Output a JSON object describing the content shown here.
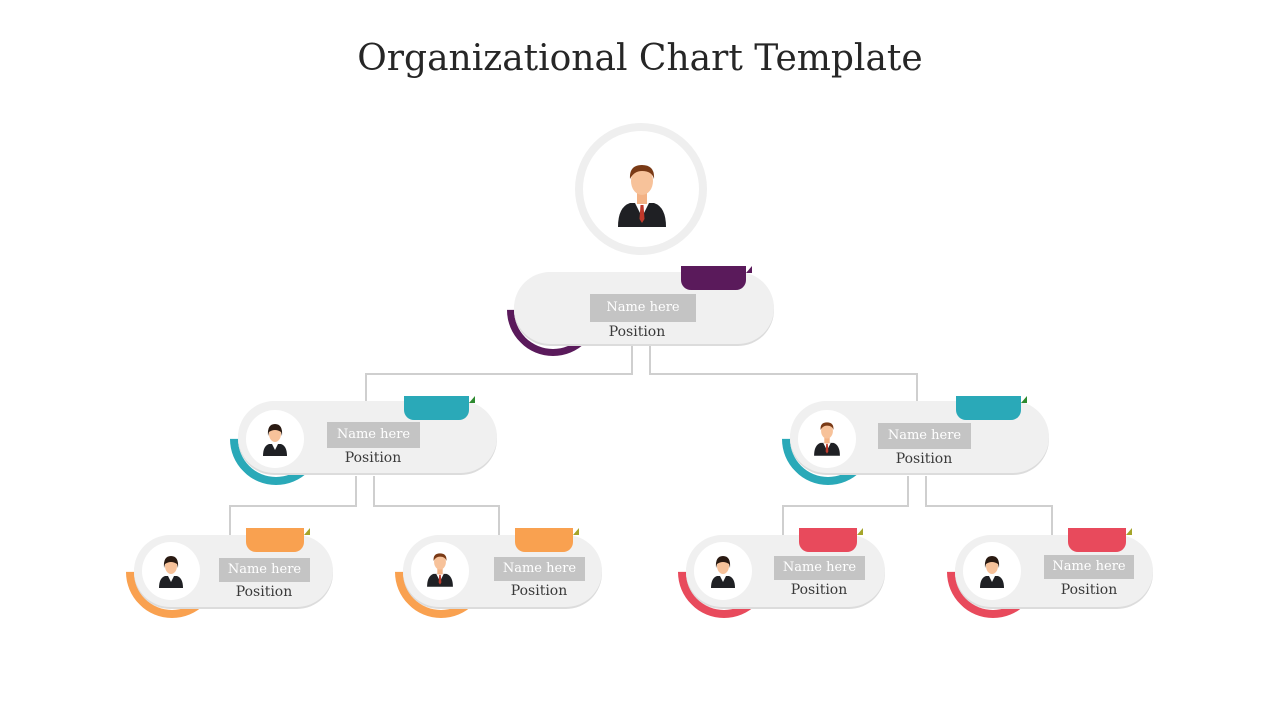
{
  "title": "Organizational Chart Template",
  "colors": {
    "level1": "#5a1a5b",
    "level2": "#2aa9b8",
    "level3_left": "#f9a150",
    "level3_right": "#e84a5c",
    "pill": "#f0f0f0",
    "name_box": "#c4c4c4",
    "connector": "#cfcfcf"
  },
  "nodes": {
    "root": {
      "name": "Name here",
      "position": "Position",
      "avatar": "man-icon"
    },
    "l2_left": {
      "name": "Name here",
      "position": "Position",
      "avatar": "woman-icon"
    },
    "l2_right": {
      "name": "Name here",
      "position": "Position",
      "avatar": "man-icon"
    },
    "l3_1": {
      "name": "Name here",
      "position": "Position",
      "avatar": "woman-icon"
    },
    "l3_2": {
      "name": "Name here",
      "position": "Position",
      "avatar": "man-icon"
    },
    "l3_3": {
      "name": "Name here",
      "position": "Position",
      "avatar": "woman-icon"
    },
    "l3_4": {
      "name": "Name here",
      "position": "Position",
      "avatar": "woman-icon"
    }
  }
}
